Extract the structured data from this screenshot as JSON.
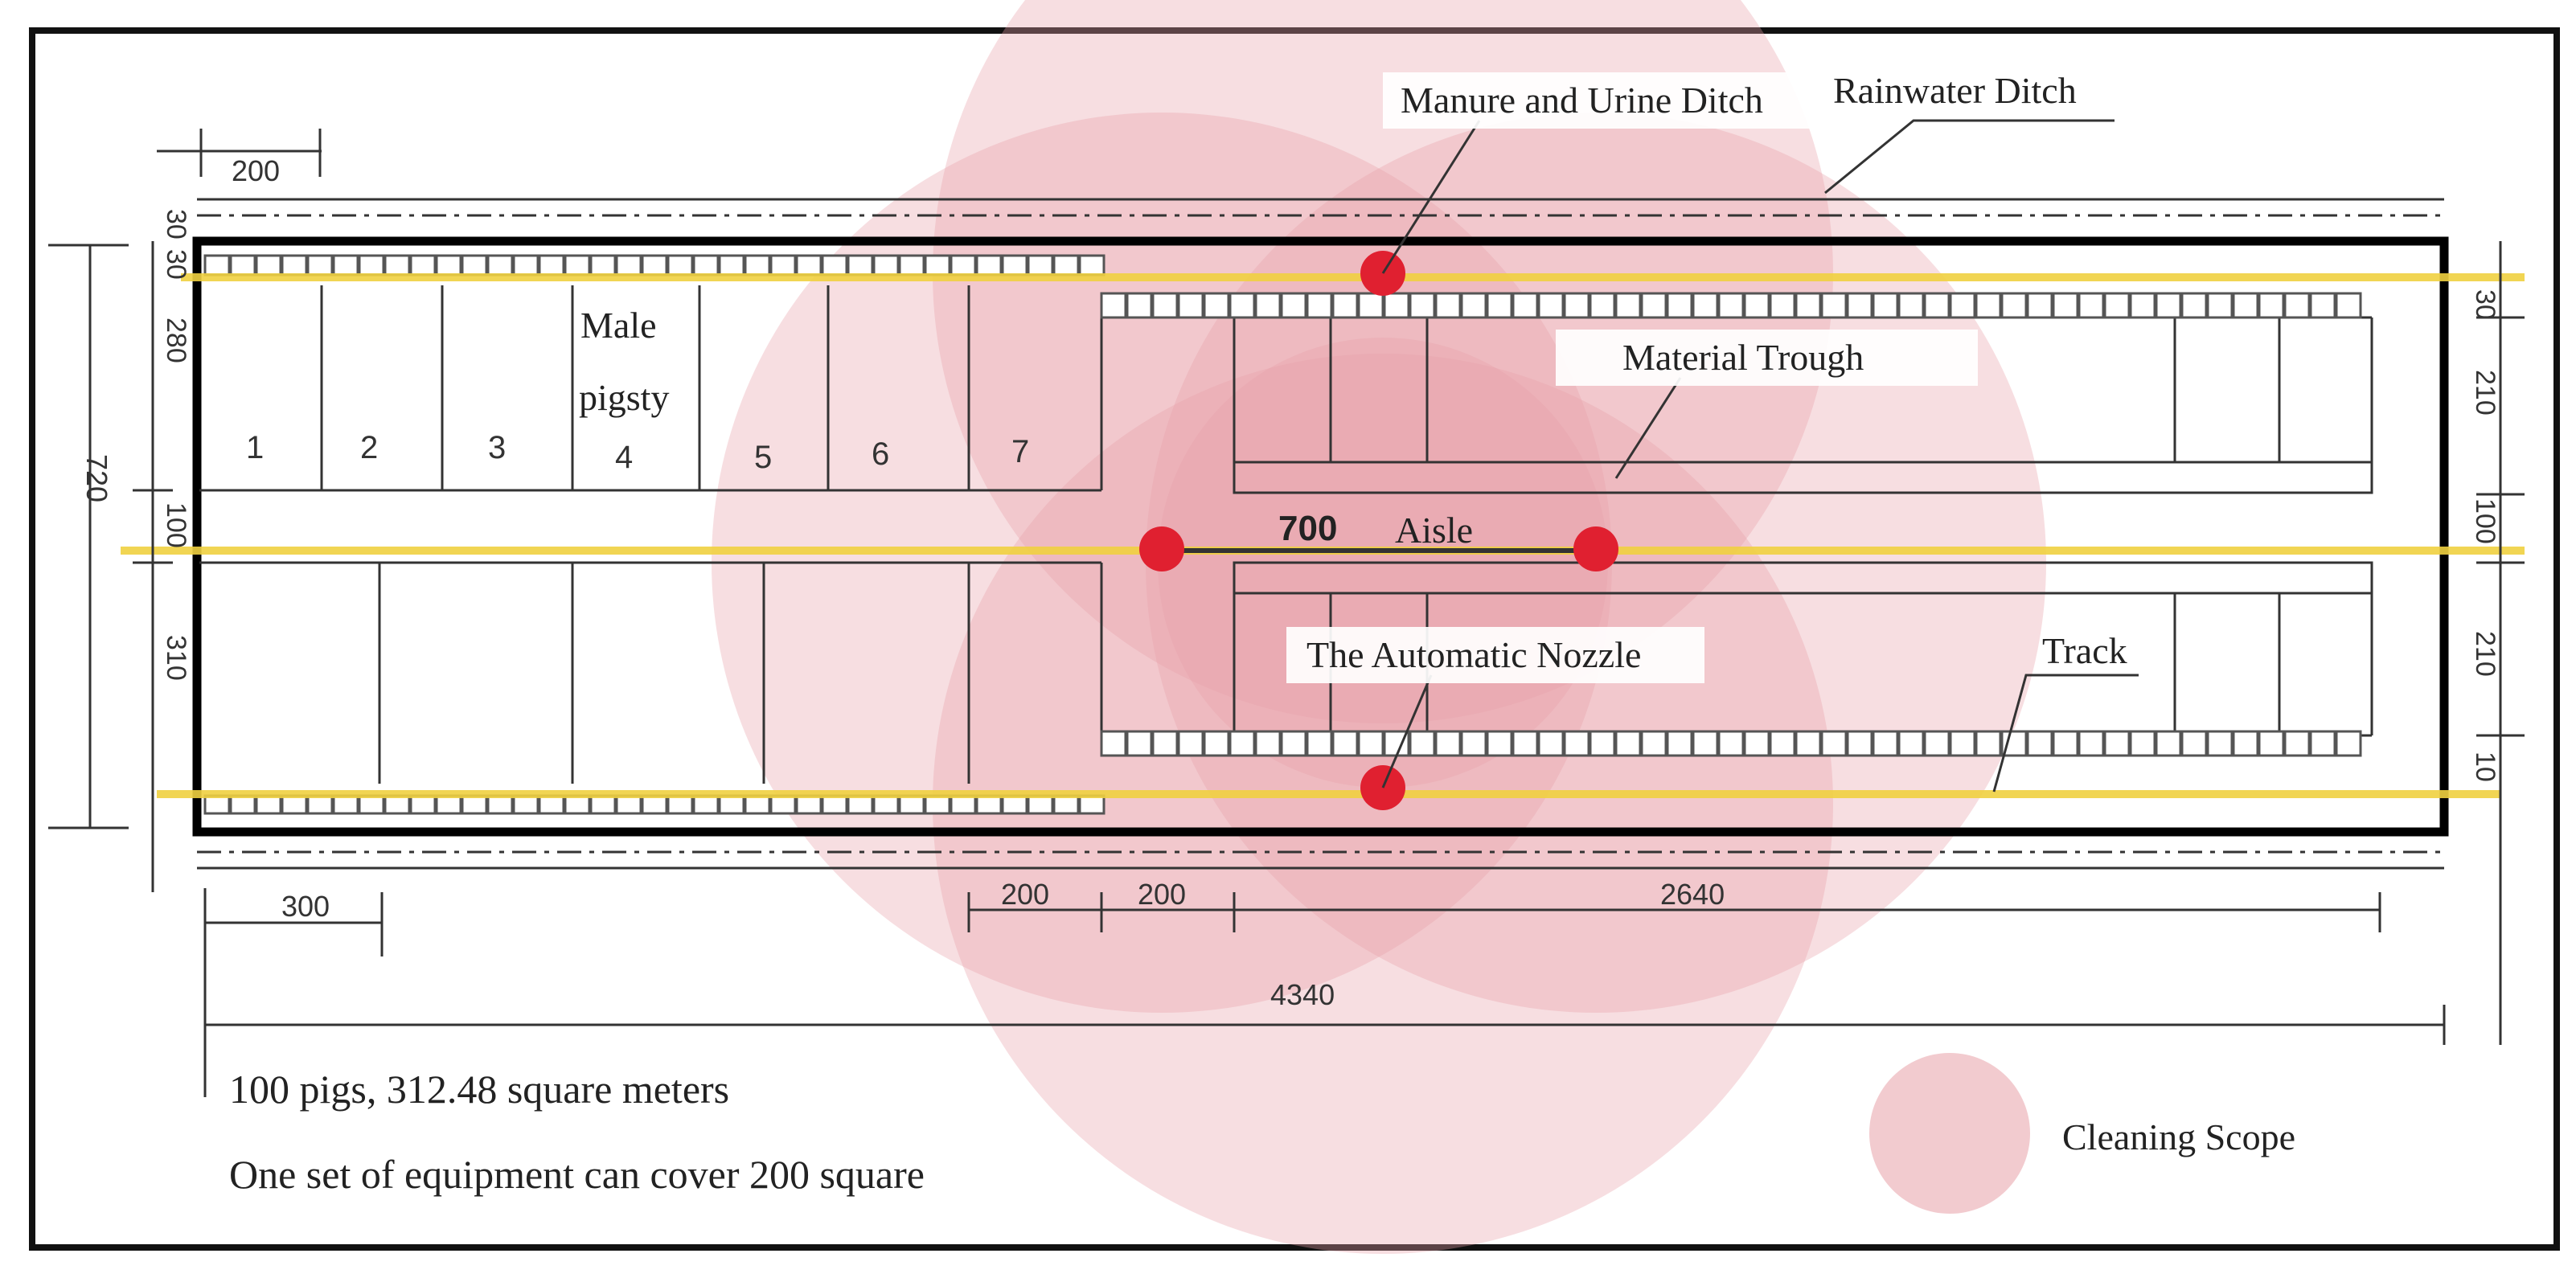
{
  "labels": {
    "manure_ditch": "Manure and Urine Ditch",
    "rainwater_ditch": "Rainwater Ditch",
    "material_trough": "Material Trough",
    "aisle_length": "700",
    "aisle": "Aisle",
    "nozzle": "The Automatic Nozzle",
    "track": "Track",
    "male_pigsty_line1": "Male",
    "male_pigsty_line2": "pigsty"
  },
  "pen_numbers": [
    "1",
    "2",
    "3",
    "4",
    "5",
    "6",
    "7"
  ],
  "dimensions": {
    "top_left_width": "200",
    "top_band": "30",
    "top_band_small": "30",
    "upper_pen_depth": "280",
    "overall_depth": "720",
    "aisle_width_left": "100",
    "lower_pen_depth": "310",
    "right_top_small": "30",
    "right_upper": "210",
    "right_aisle": "100",
    "right_lower": "210",
    "right_bottom_small": "10",
    "bottom_pen_width": "300",
    "bottom_gap_1": "200",
    "bottom_gap_2": "200",
    "bottom_right_span": "2640",
    "overall_length": "4340"
  },
  "notes": {
    "capacity": "100 pigs, 312.48 square meters",
    "coverage": "One set of equipment can cover 200 square"
  },
  "legend": {
    "label": "Cleaning Scope"
  },
  "colors": {
    "cleaning_scope": "#e8a0a8",
    "nozzle": "#e02030",
    "track": "#f0d040",
    "wall": "#000000"
  }
}
